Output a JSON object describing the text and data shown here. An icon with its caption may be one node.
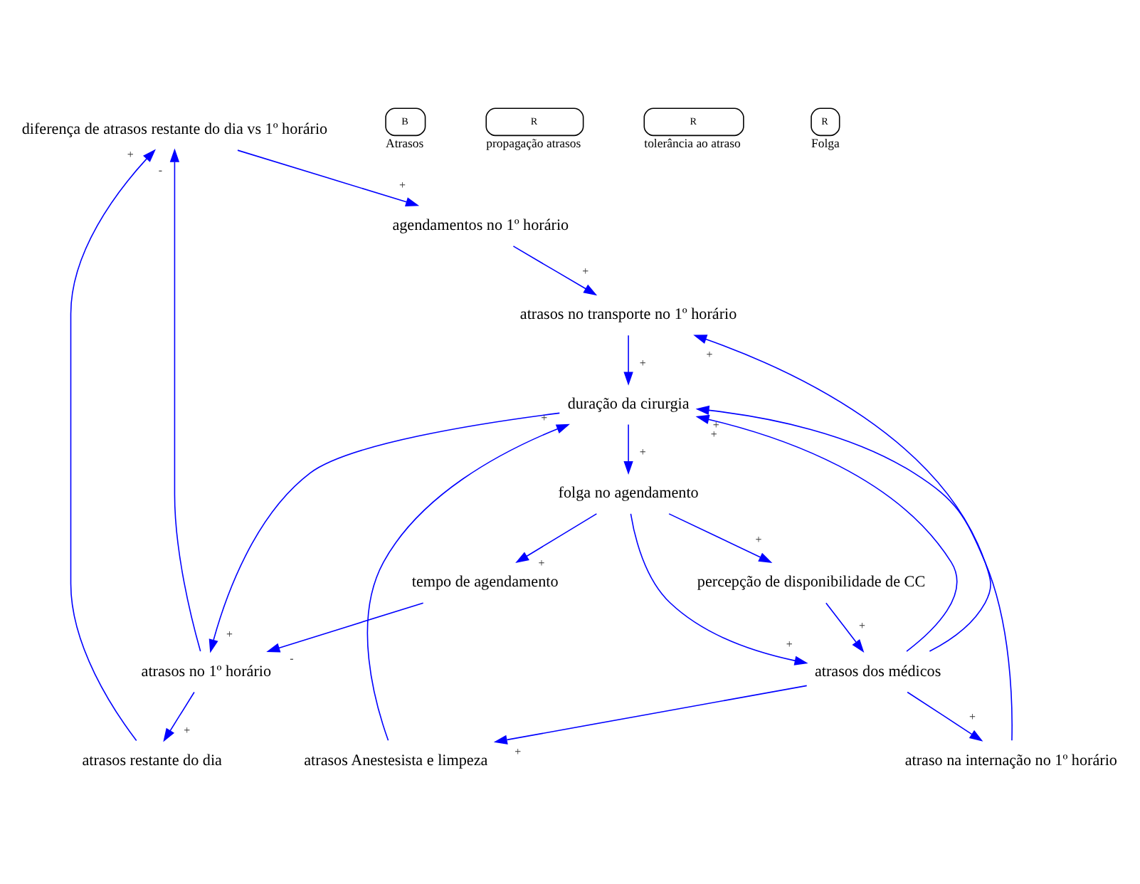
{
  "diagram": {
    "nodes": [
      {
        "text": [
          "diferença de atrasos restante do dia vs 1º horário"
        ]
      },
      {
        "text": [
          "agendamentos no 1º horário"
        ]
      },
      {
        "text": [
          "atrasos restante do dia"
        ]
      },
      {
        "text": [
          "atrasos no transporte no 1º horário"
        ]
      },
      {
        "text": [
          "duração da cirurgia"
        ]
      },
      {
        "text": [
          "atrasos no 1º horário"
        ]
      },
      {
        "text": [
          "atraso na internação no 1º horário"
        ]
      },
      {
        "text": [
          "atrasos Anestesista e limpeza"
        ]
      },
      {
        "text": [
          "folga no agendamento"
        ]
      },
      {
        "text": [
          "tempo de agendamento"
        ]
      },
      {
        "text": [
          "atrasos dos médicos"
        ]
      },
      {
        "text": [
          "percepção de disponibilidade de CC"
        ]
      },
      {
        "text": [
          "B"
        ],
        "beside": [
          "Atrasos"
        ]
      },
      {
        "text": [
          "R"
        ],
        "beside": [
          "propagação atrasos"
        ]
      },
      {
        "text": [
          "R"
        ],
        "beside": [
          "tolerância ao atraso"
        ]
      },
      {
        "text": [
          "R"
        ],
        "beside": [
          "Folga"
        ]
      }
    ],
    "edges": [
      {
        "from": 5,
        "to": 0,
        "arrow": "to",
        "label": "-"
      },
      {
        "from": 0,
        "to": 1,
        "arrow": "to",
        "label": "+"
      },
      {
        "from": 2,
        "to": 0,
        "arrow": "to",
        "label": "+"
      },
      {
        "from": 5,
        "to": 2,
        "arrow": "to",
        "label": "+"
      },
      {
        "from": 1,
        "to": 3,
        "arrow": "to",
        "label": "+"
      },
      {
        "from": 3,
        "to": 4,
        "arrow": "to",
        "label": "+"
      },
      {
        "from": 4,
        "to": 5,
        "arrow": "to",
        "label": "+"
      },
      {
        "from": 6,
        "to": 4,
        "arrow": "to",
        "label": "+"
      },
      {
        "from": 7,
        "to": 4,
        "arrow": "to",
        "label": "+"
      },
      {
        "from": 10,
        "to": 4,
        "arrow": "to",
        "label": "+"
      },
      {
        "from": 10,
        "to": 3,
        "arrow": "to",
        "label": "+"
      },
      {
        "from": 10,
        "to": 6,
        "arrow": "to",
        "label": "+"
      },
      {
        "from": 10,
        "to": 7,
        "arrow": "to",
        "label": "+"
      },
      {
        "from": 4,
        "to": 8,
        "arrow": "to",
        "label": "+"
      },
      {
        "from": 9,
        "to": 5,
        "arrow": "to",
        "label": "-"
      },
      {
        "from": 8,
        "to": 9,
        "arrow": "to",
        "label": "+"
      },
      {
        "from": 8,
        "to": 10,
        "arrow": "to",
        "label": "+"
      },
      {
        "from": 8,
        "to": 11,
        "arrow": "to",
        "label": "+"
      },
      {
        "from": 11,
        "to": 10,
        "arrow": "to",
        "label": "+"
      }
    ]
  }
}
